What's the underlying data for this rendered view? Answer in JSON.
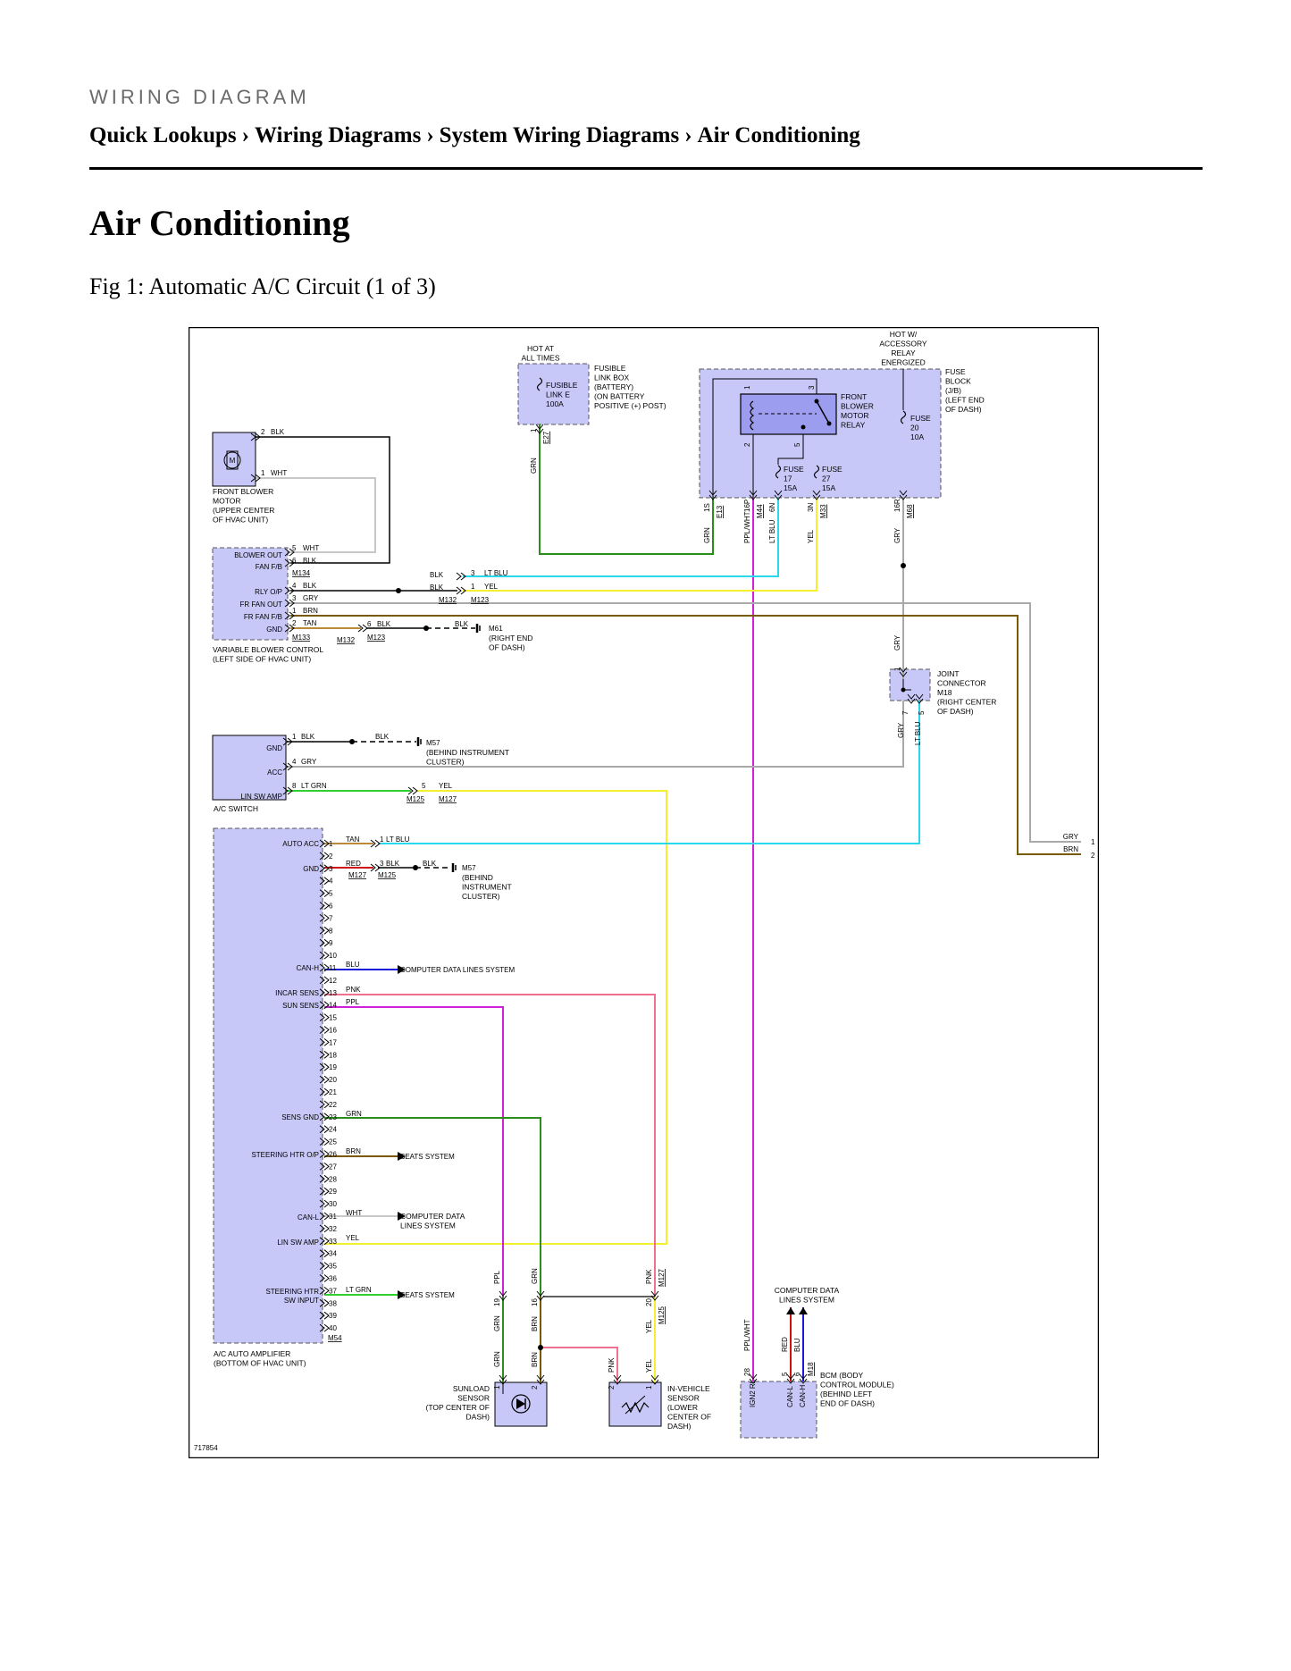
{
  "header": {
    "label": "WIRING DIAGRAM",
    "breadcrumb": [
      "Quick Lookups",
      "Wiring Diagrams",
      "System Wiring Diagrams",
      "Air Conditioning"
    ],
    "separator": "›"
  },
  "page_title": "Air Conditioning",
  "figure_caption": "Fig 1: Automatic A/C Circuit (1 of 3)",
  "diagram": {
    "figure_id": "717854",
    "colors": {
      "component_fill": "#c8c8f8",
      "GRN": "#2a8f1a",
      "BLK": "#000000",
      "WHT": "#c8c8c8",
      "GRY": "#a9a9a9",
      "LT_BLU": "#2ad8ee",
      "YEL": "#f4f02e",
      "BRN": "#7a5a00",
      "TAN": "#b88a3a",
      "PPL": "#d020d8",
      "PNK": "#f07090",
      "BLU": "#1a1adc",
      "RED": "#d01010",
      "LT_GRN": "#30d030"
    },
    "fusible": {
      "hot": [
        "HOT AT",
        "ALL TIMES"
      ],
      "fuse": [
        "FUSIBLE",
        "LINK E",
        "100A"
      ],
      "box": [
        "FUSIBLE",
        "LINK BOX",
        "(BATTERY)",
        "(ON BATTERY",
        "POSITIVE (+) POST)"
      ],
      "pin": "1",
      "conn": "E27",
      "wire": "GRN"
    },
    "fuse_block": {
      "hot": [
        "HOT W/",
        "ACCESSORY",
        "RELAY",
        "ENERGIZED"
      ],
      "desc": [
        "FUSE",
        "BLOCK",
        "(J/B)",
        "(LEFT END",
        "OF DASH)"
      ],
      "relay": [
        "FRONT",
        "BLOWER",
        "MOTOR",
        "RELAY"
      ],
      "relay_pins": [
        "1",
        "3",
        "2",
        "5"
      ],
      "fuse17": [
        "FUSE",
        "17",
        "15A"
      ],
      "fuse27": [
        "FUSE",
        "27",
        "15A"
      ],
      "fuse20": [
        "FUSE",
        "20",
        "10A"
      ],
      "out": [
        {
          "pin": "1S",
          "conn": "E13",
          "wire": "GRN"
        },
        {
          "pin": "16P",
          "conn": "M44",
          "wire": "PPL/WHT"
        },
        {
          "pin": "6N",
          "conn": "",
          "wire": "LT BLU"
        },
        {
          "pin": "3N",
          "conn": "M33",
          "wire": "YEL"
        },
        {
          "pin": "16R",
          "conn": "M68",
          "wire": "GRY"
        }
      ]
    },
    "front_blower_motor": {
      "desc": [
        "FRONT BLOWER",
        "MOTOR",
        "(UPPER CENTER",
        "OF HVAC UNIT)"
      ],
      "pin2": "2",
      "wire2": "BLK",
      "pin1": "1",
      "wire1": "WHT",
      "symbol": "M"
    },
    "variable_blower": {
      "desc": [
        "VARIABLE BLOWER CONTROL",
        "(LEFT SIDE OF HVAC UNIT)"
      ],
      "labels": [
        "BLOWER OUT",
        "FAN F/B",
        "RLY O/P",
        "FR FAN OUT",
        "FR FAN F/B",
        "GND"
      ],
      "pins": [
        {
          "pin": "5",
          "wire": "WHT"
        },
        {
          "pin": "6",
          "wire": "BLK"
        },
        {
          "pin": "4",
          "wire": "BLK"
        },
        {
          "pin": "3",
          "wire": "GRY"
        },
        {
          "pin": "1",
          "wire": "BRN"
        },
        {
          "pin": "2",
          "wire": "TAN"
        }
      ],
      "conn_top": "M134",
      "conn_bottom": "M133",
      "blk_a": "BLK",
      "blk_b": "BLK",
      "blk_c": "BLK",
      "blk_d": "BLK",
      "m132": "M132",
      "m123": "M123",
      "pin3": "3",
      "ltblu": "LT BLU",
      "pin1": "1",
      "yel": "YEL",
      "pin6": "6",
      "ground": "M61",
      "ground_desc": [
        "(RIGHT END",
        "OF DASH)"
      ]
    },
    "joint_connector": {
      "desc": [
        "JOINT",
        "CONNECTOR",
        "M18",
        "(RIGHT CENTER",
        "OF DASH)"
      ],
      "wire_in": "GRY",
      "pin_in": "1",
      "pins_out": [
        "7",
        "5"
      ],
      "wire_out_a": "GRY",
      "wire_out_b": "LT BLU"
    },
    "ac_switch": {
      "desc": "A/C SWITCH",
      "labels": [
        "GND",
        "ACC",
        "LIN SW AMP"
      ],
      "pins": [
        {
          "pin": "1",
          "wire": "BLK"
        },
        {
          "pin": "4",
          "wire": "GRY"
        },
        {
          "pin": "8",
          "wire": "LT GRN"
        }
      ],
      "blk2": "BLK",
      "ground": "M57",
      "ground_desc": [
        "(BEHIND INSTRUMENT",
        "CLUSTER)"
      ],
      "pin5": "5",
      "yel": "YEL",
      "m125": "M125",
      "m127": "M127"
    },
    "auto_amp": {
      "desc": [
        "A/C AUTO AMPLIFIER",
        "(BOTTOM OF HVAC UNIT)"
      ],
      "conn": "M54",
      "pins": [
        "1",
        "2",
        "3",
        "4",
        "5",
        "6",
        "7",
        "8",
        "9",
        "10",
        "11",
        "12",
        "13",
        "14",
        "15",
        "16",
        "17",
        "18",
        "19",
        "20",
        "21",
        "22",
        "23",
        "24",
        "25",
        "26",
        "27",
        "28",
        "29",
        "30",
        "31",
        "32",
        "33",
        "34",
        "35",
        "36",
        "37",
        "38",
        "39",
        "40"
      ],
      "labels": [
        {
          "pin": "1",
          "text": "AUTO ACC"
        },
        {
          "pin": "3",
          "text": "GND"
        },
        {
          "pin": "11",
          "text": "CAN-H"
        },
        {
          "pin": "13",
          "text": "INCAR SENS"
        },
        {
          "pin": "14",
          "text": "SUN SENS"
        },
        {
          "pin": "23",
          "text": "SENS GND"
        },
        {
          "pin": "26",
          "text": "STEERING HTR O/P"
        },
        {
          "pin": "31",
          "text": "CAN-L"
        },
        {
          "pin": "33",
          "text": "LIN SW AMP"
        },
        {
          "pin": "37",
          "text": "STEERING HTR"
        },
        {
          "pin": "37b",
          "text": "SW INPUT"
        }
      ],
      "wires": [
        {
          "pin": "1",
          "wire": "TAN"
        },
        {
          "pin": "3",
          "wire": "RED"
        },
        {
          "pin": "11",
          "wire": "BLU"
        },
        {
          "pin": "13",
          "wire": "PNK"
        },
        {
          "pin": "14",
          "wire": "PPL"
        },
        {
          "pin": "23",
          "wire": "GRN"
        },
        {
          "pin": "26",
          "wire": "BRN"
        },
        {
          "pin": "31",
          "wire": "WHT"
        },
        {
          "pin": "33",
          "wire": "YEL"
        },
        {
          "pin": "37",
          "wire": "LT GRN"
        }
      ],
      "pin1_out": "1",
      "ltblu": "LT BLU",
      "pin3_out": "3",
      "blk": "BLK",
      "blk2": "BLK",
      "m127": "M127",
      "m125": "M125",
      "ground": "M57",
      "ground_desc": [
        "(BEHIND",
        "INSTRUMENT",
        "CLUSTER)"
      ],
      "cdls": "COMPUTER DATA LINES SYSTEM",
      "seats1": "SEATS SYSTEM",
      "cdls2": [
        "COMPUTER DATA",
        "LINES SYSTEM"
      ],
      "seats2": "SEATS SYSTEM"
    },
    "right_edge": {
      "wires": [
        {
          "wire": "GRY",
          "pin": "1"
        },
        {
          "wire": "BRN",
          "pin": "2"
        }
      ]
    },
    "sunload": {
      "desc": [
        "SUNLOAD",
        "SENSOR",
        "(TOP CENTER OF",
        "DASH)"
      ],
      "top_ppl": "PPL",
      "top_grn": "GRN",
      "pin19": "19",
      "pin16": "16",
      "grn_a": "GRN",
      "brn_a": "BRN",
      "grn_b": "GRN",
      "brn_b": "BRN",
      "pin1": "1",
      "pin2": "2"
    },
    "invehicle": {
      "desc": [
        "IN-VEHICLE",
        "SENSOR",
        "(LOWER",
        "CENTER OF",
        "DASH)"
      ],
      "top_pnk": "PNK",
      "top_m127": "M127",
      "pin20": "20",
      "yel_a": "YEL",
      "m125": "M125",
      "pnk_b": "PNK",
      "yel_b": "YEL",
      "pin2": "2",
      "pin1": "1"
    },
    "bcm": {
      "desc": [
        "BCM (BODY",
        "CONTROL MODULE)",
        "(BEHIND LEFT",
        "END OF DASH)"
      ],
      "cdls": [
        "COMPUTER DATA",
        "LINES SYSTEM"
      ],
      "wire_ppl": "PPL/WHT",
      "wire_red": "RED",
      "wire_blu": "BLU",
      "conn": "M18",
      "pins": [
        {
          "pin": "28",
          "label": "IGN2 RL"
        },
        {
          "pin": "5",
          "label": "CAN-L"
        },
        {
          "pin": "6",
          "label": "CAN-H"
        }
      ]
    }
  }
}
